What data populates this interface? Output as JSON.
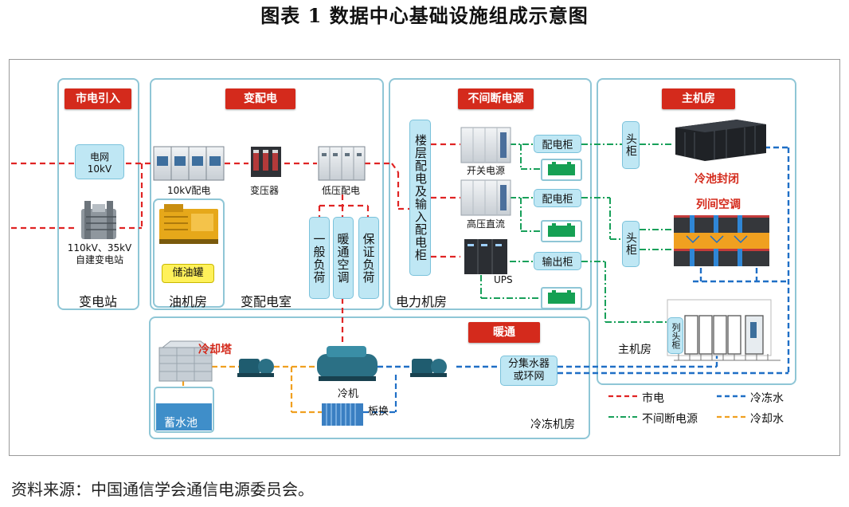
{
  "title": "图表 1  数据中心基础设施组成示意图",
  "source": "资料来源：中国通信学会通信电源委员会。",
  "zones": {
    "utility": {
      "tag": "市电引入",
      "label": "变电站"
    },
    "distribution": {
      "tag": "变配电",
      "label": "变配电室"
    },
    "ups": {
      "tag": "不间断电源",
      "label": "电力机房"
    },
    "main": {
      "tag": "主机房",
      "label": "主机房"
    },
    "hvac": {
      "tag": "暖通",
      "label": "冷冻机房"
    }
  },
  "components": {
    "grid": "电网\n10kV",
    "substation": "110kV、35kV\n自建变电站",
    "hv_switch": "10kV配电",
    "transformer": "变压器",
    "lv_dist": "低压配电",
    "oil_room": "油机房",
    "oil_tank": "储油罐",
    "general_load": "一般负荷",
    "hvac_load": "暖通空调",
    "critical_load": "保证负荷",
    "floor_cabinet": "楼层配电及输入配电柜",
    "switching_ps": "开关电源",
    "hvdc": "高压直流",
    "ups": "UPS",
    "dist_cab_1": "配电柜",
    "dist_cab_2": "配电柜",
    "output_cab": "输出柜",
    "head_cab_1": "头柜",
    "head_cab_2": "头柜",
    "col_head_cab": "列头柜",
    "cold_pool": "冷池封闭",
    "inrow_ac": "列间空调",
    "cooling_tower": "冷却塔",
    "chiller": "冷机",
    "plate_hx": "板换",
    "storage_pool": "蓄水池",
    "manifold": "分集水器\n或环网"
  },
  "legend": {
    "mains": "市电",
    "ups_power": "不间断电源",
    "chilled_water": "冷冻水",
    "cooling_water": "冷却水"
  },
  "colors": {
    "mains": "#e02424",
    "ups_power": "#18a05a",
    "chilled_water": "#1f6fc6",
    "cooling_water": "#f0a020",
    "zone_border": "#8fc6d6",
    "tag": "#d42a1c"
  }
}
